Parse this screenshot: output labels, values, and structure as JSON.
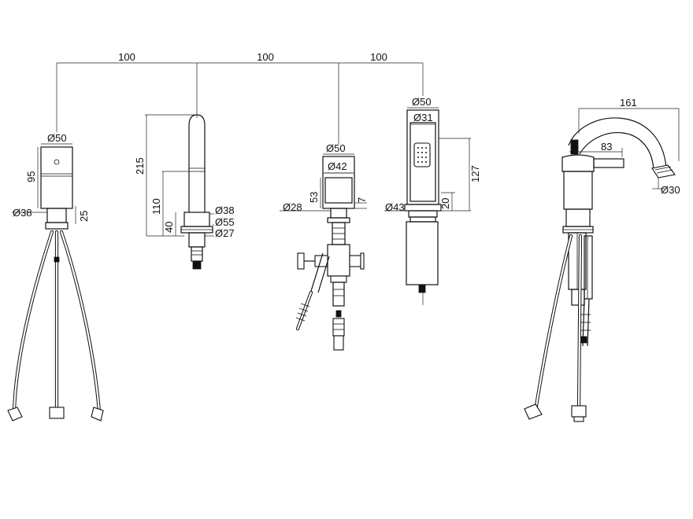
{
  "spacing": {
    "a": "100",
    "b": "100",
    "c": "100"
  },
  "mixer": {
    "top_dia": "Ø50",
    "height": "95",
    "base_dia": "Ø38",
    "base_height": "25"
  },
  "spout": {
    "height": "215",
    "mid_height": "110",
    "base_height": "40",
    "dia1": "Ø38",
    "dia2": "Ø55",
    "dia3": "Ø27"
  },
  "diverter": {
    "top_dia": "Ø50",
    "inner_dia": "Ø42",
    "height": "53",
    "lip": "7",
    "base_dia": "Ø28"
  },
  "handshower": {
    "top_dia": "Ø50",
    "inner_dia": "Ø31",
    "height": "127",
    "base_height": "20",
    "base_dia": "Ø43"
  },
  "side_view": {
    "reach": "161",
    "inner_reach": "83",
    "outlet_dia": "Ø30"
  }
}
